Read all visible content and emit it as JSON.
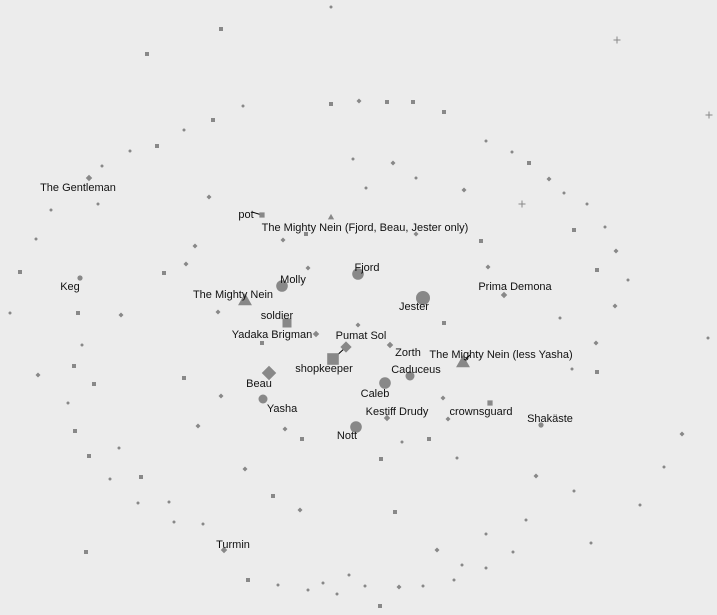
{
  "graph": {
    "node_color": "#888888",
    "edge_color": "#000000",
    "background": "#ececec",
    "labeled_nodes": [
      {
        "id": "the-gentleman",
        "label": "The Gentleman",
        "shape": "diamond",
        "size": "small"
      },
      {
        "id": "pot",
        "label": "pot",
        "shape": "square",
        "size": "small"
      },
      {
        "id": "mighty-nein-fbj",
        "label": "The Mighty Nein (Fjord, Beau, Jester only)",
        "shape": "triangle",
        "size": "small"
      },
      {
        "id": "keg",
        "label": "Keg",
        "shape": "circle",
        "size": "small"
      },
      {
        "id": "molly",
        "label": "Molly",
        "shape": "circle",
        "size": "large"
      },
      {
        "id": "fjord",
        "label": "Fjord",
        "shape": "circle",
        "size": "large"
      },
      {
        "id": "jester",
        "label": "Jester",
        "shape": "circle",
        "size": "xlarge"
      },
      {
        "id": "prima-demona",
        "label": "Prima Demona",
        "shape": "diamond",
        "size": "small"
      },
      {
        "id": "mighty-nein",
        "label": "The Mighty Nein",
        "shape": "triangle",
        "size": "large"
      },
      {
        "id": "soldier",
        "label": "soldier",
        "shape": "square",
        "size": "medium"
      },
      {
        "id": "yadaka-brigman",
        "label": "Yadaka Brigman",
        "shape": "diamond",
        "size": "small"
      },
      {
        "id": "pumat-sol",
        "label": "Pumat Sol",
        "shape": "diamond",
        "size": "medium"
      },
      {
        "id": "shopkeeper",
        "label": "shopkeeper",
        "shape": "square",
        "size": "large"
      },
      {
        "id": "zorth",
        "label": "Zorth",
        "shape": "diamond",
        "size": "small"
      },
      {
        "id": "mighty-nein-less-yasha",
        "label": "The Mighty Nein (less Yasha)",
        "shape": "triangle",
        "size": "large"
      },
      {
        "id": "caduceus",
        "label": "Caduceus",
        "shape": "circle",
        "size": "medium"
      },
      {
        "id": "beau",
        "label": "Beau",
        "shape": "diamond",
        "size": "large"
      },
      {
        "id": "caleb",
        "label": "Caleb",
        "shape": "circle",
        "size": "large"
      },
      {
        "id": "yasha",
        "label": "Yasha",
        "shape": "circle",
        "size": "medium"
      },
      {
        "id": "kestiff-drudy",
        "label": "Kestiff Drudy",
        "shape": "diamond",
        "size": "small"
      },
      {
        "id": "crownsguard",
        "label": "crownsguard",
        "shape": "square",
        "size": "small"
      },
      {
        "id": "shakaste",
        "label": "Shakäste",
        "shape": "circle",
        "size": "small"
      },
      {
        "id": "nott",
        "label": "Nott",
        "shape": "circle",
        "size": "large"
      },
      {
        "id": "turmin",
        "label": "Turmin",
        "shape": "diamond",
        "size": "small"
      }
    ],
    "edges": [
      {
        "from": "pot",
        "to": "pot-neighbor"
      },
      {
        "from": "pumat-sol",
        "to": "shopkeeper"
      },
      {
        "from": "mighty-nein-less-yasha",
        "to": "mighty-nein-less-yasha-neighbor"
      }
    ]
  }
}
